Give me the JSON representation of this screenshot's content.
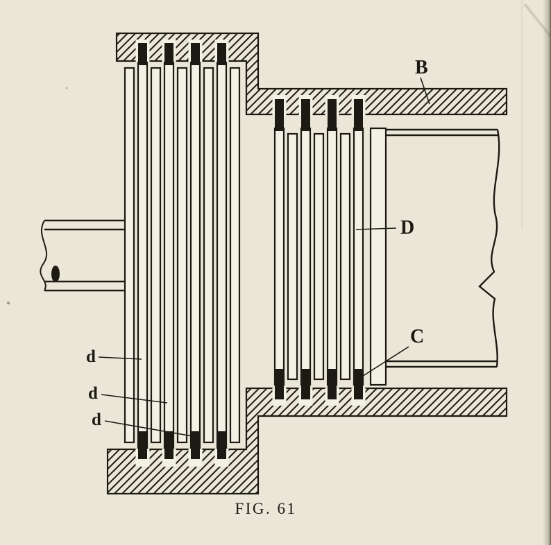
{
  "figure": {
    "caption": "FIG. 61",
    "labels": {
      "B": "B",
      "D": "D",
      "C": "C",
      "d1": "d",
      "d2": "d",
      "d3": "d"
    }
  },
  "colors": {
    "paper": "#ebe7d8",
    "plate": "#f3f0e4",
    "ink": "#1d1a14"
  }
}
